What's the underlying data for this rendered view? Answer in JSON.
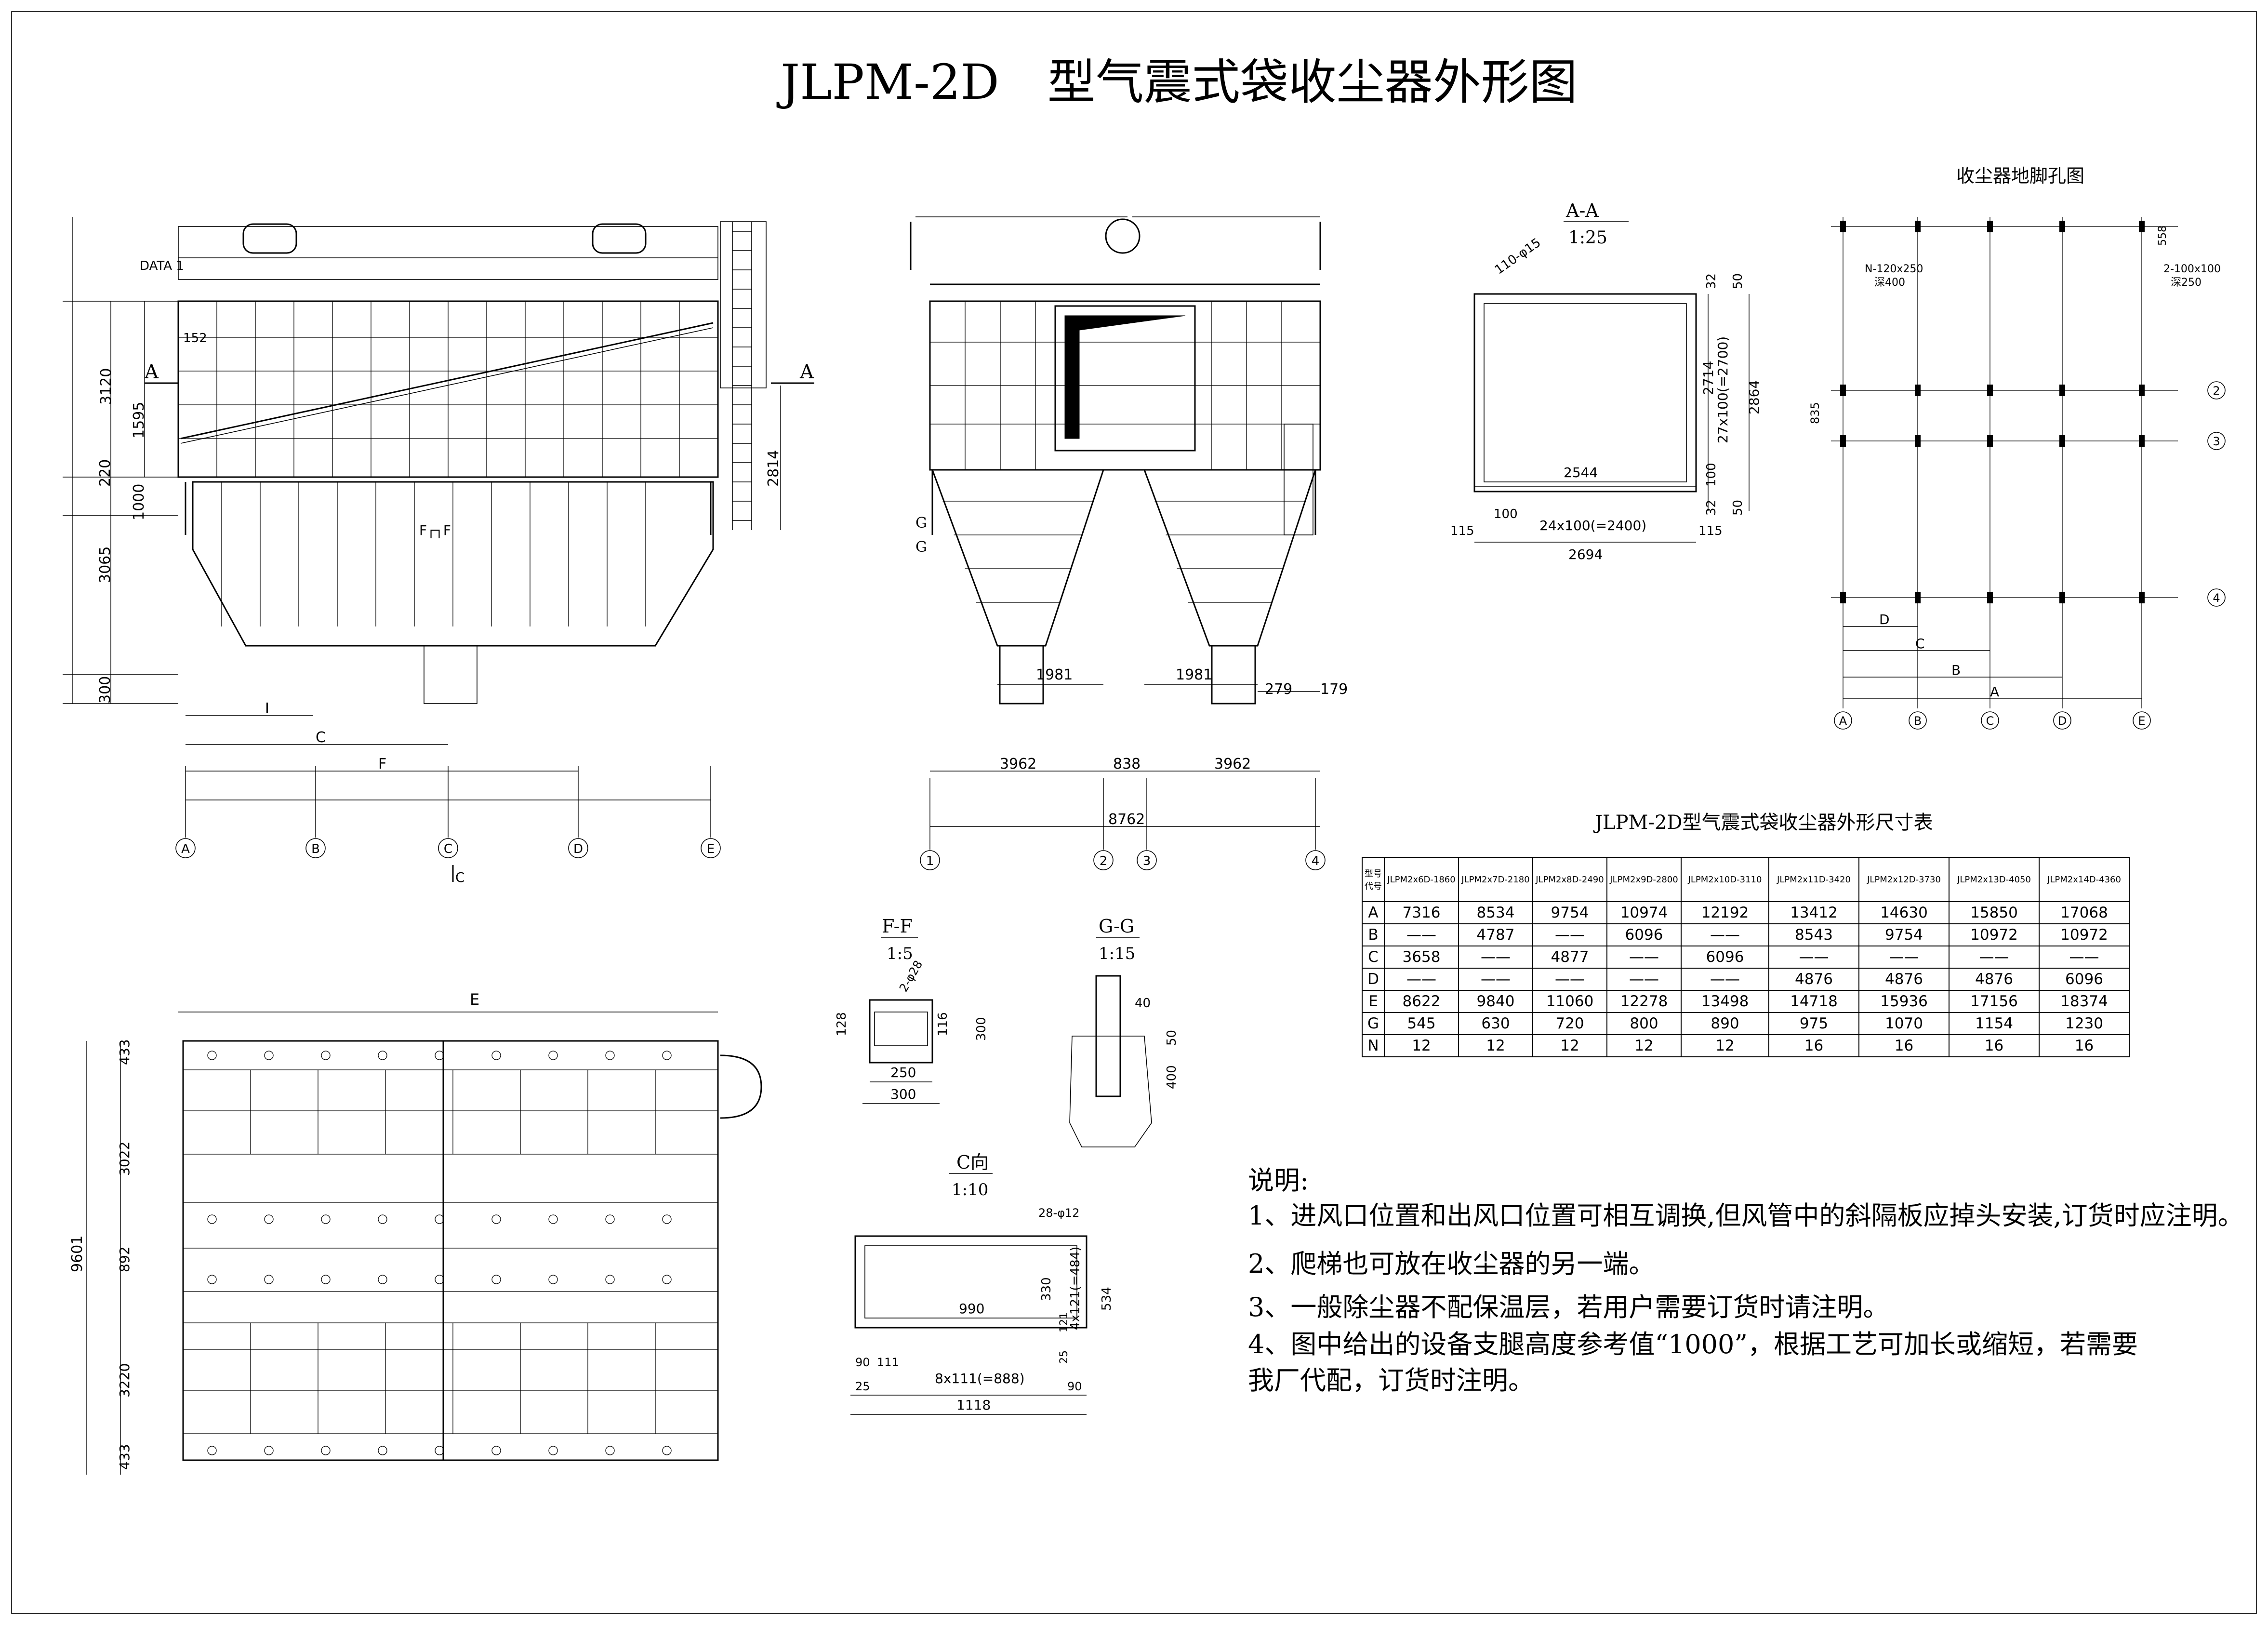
{
  "title": "JLPM-2D　型气震式袋收尘器外形图",
  "views": {
    "front": {
      "data_label": "DATA 1",
      "section_label": "A",
      "dims": [
        "3120",
        "1595",
        "152",
        "220",
        "1000",
        "3065",
        "300",
        "2814"
      ],
      "letters": [
        "I",
        "C",
        "F"
      ],
      "ff_mark": "F┌┐F",
      "axes": [
        "A",
        "B",
        "C",
        "D",
        "E"
      ],
      "c_arrow": "C"
    },
    "side": {
      "g_label": "G",
      "dims_top": [
        "1981",
        "1981",
        "279",
        "179"
      ],
      "dims_bottom": [
        "3962",
        "838",
        "3962"
      ],
      "total": "8762",
      "axes": [
        "1",
        "2",
        "3",
        "4"
      ]
    },
    "aa": {
      "title": "A-A",
      "scale": "1:25",
      "dims": [
        "110-φ15",
        "32",
        "50",
        "2714",
        "27x100(=2700)",
        "2864",
        "2544",
        "100",
        "100",
        "24x100(=2400)",
        "32",
        "50",
        "115",
        "115",
        "2694"
      ]
    },
    "foundation": {
      "title": "收尘器地脚孔图",
      "labels": [
        "N-120x250",
        "深400",
        "2-100x100",
        "深250",
        "558",
        "835"
      ],
      "row_axes": [
        "2",
        "3",
        "4"
      ],
      "col_axes": [
        "A",
        "B",
        "C",
        "D",
        "E"
      ],
      "dims": [
        "D",
        "C",
        "B",
        "A"
      ]
    },
    "plan": {
      "dims": [
        "433",
        "3022",
        "892",
        "3220",
        "433",
        "9601"
      ],
      "top": "E"
    },
    "ff": {
      "title": "F-F",
      "scale": "1:5",
      "dims": [
        "2-φ28",
        "128",
        "116",
        "300",
        "250",
        "300"
      ]
    },
    "gg": {
      "title": "G-G",
      "scale": "1:15",
      "dims": [
        "40",
        "50",
        "400"
      ]
    },
    "c_view": {
      "title": "C向",
      "scale": "1:10",
      "dims": [
        "28-φ12",
        "990",
        "330",
        "4x121(=484)",
        "534",
        "121",
        "25",
        "90",
        "111",
        "25",
        "8x111(=888)",
        "90",
        "1118"
      ]
    }
  },
  "table": {
    "caption": "JLPM-2D型气震式袋收尘器外形尺寸表",
    "corner_top": "型号",
    "corner_bottom": "代号",
    "headers": [
      "JLPM2x6D-1860",
      "JLPM2x7D-2180",
      "JLPM2x8D-2490",
      "JLPM2x9D-2800",
      "JLPM2x10D-3110",
      "JLPM2x11D-3420",
      "JLPM2x12D-3730",
      "JLPM2x13D-4050",
      "JLPM2x14D-4360"
    ],
    "rows": [
      {
        "key": "A",
        "values": [
          "7316",
          "8534",
          "9754",
          "10974",
          "12192",
          "13412",
          "14630",
          "15850",
          "17068"
        ]
      },
      {
        "key": "B",
        "values": [
          "——",
          "4787",
          "——",
          "6096",
          "——",
          "8543",
          "9754",
          "10972",
          "10972"
        ]
      },
      {
        "key": "C",
        "values": [
          "3658",
          "——",
          "4877",
          "——",
          "6096",
          "——",
          "——",
          "——",
          "——"
        ]
      },
      {
        "key": "D",
        "values": [
          "——",
          "——",
          "——",
          "——",
          "——",
          "4876",
          "4876",
          "4876",
          "6096"
        ]
      },
      {
        "key": "E",
        "values": [
          "8622",
          "9840",
          "11060",
          "12278",
          "13498",
          "14718",
          "15936",
          "17156",
          "18374"
        ]
      },
      {
        "key": "G",
        "values": [
          "545",
          "630",
          "720",
          "800",
          "890",
          "975",
          "1070",
          "1154",
          "1230"
        ]
      },
      {
        "key": "N",
        "values": [
          "12",
          "12",
          "12",
          "12",
          "12",
          "16",
          "16",
          "16",
          "16"
        ]
      }
    ]
  },
  "notes": {
    "heading": "说明:",
    "items": [
      "1、进风口位置和出风口位置可相互调换,但风管中的斜隔板应掉头安装,订货时应注明。",
      "2、爬梯也可放在收尘器的另一端。",
      "3、一般除尘器不配保温层，若用户需要订货时请注明。",
      "4、图中给出的设备支腿高度参考值“1000”，根据工艺可加长或缩短，若需要",
      "我厂代配，订货时注明。"
    ]
  }
}
